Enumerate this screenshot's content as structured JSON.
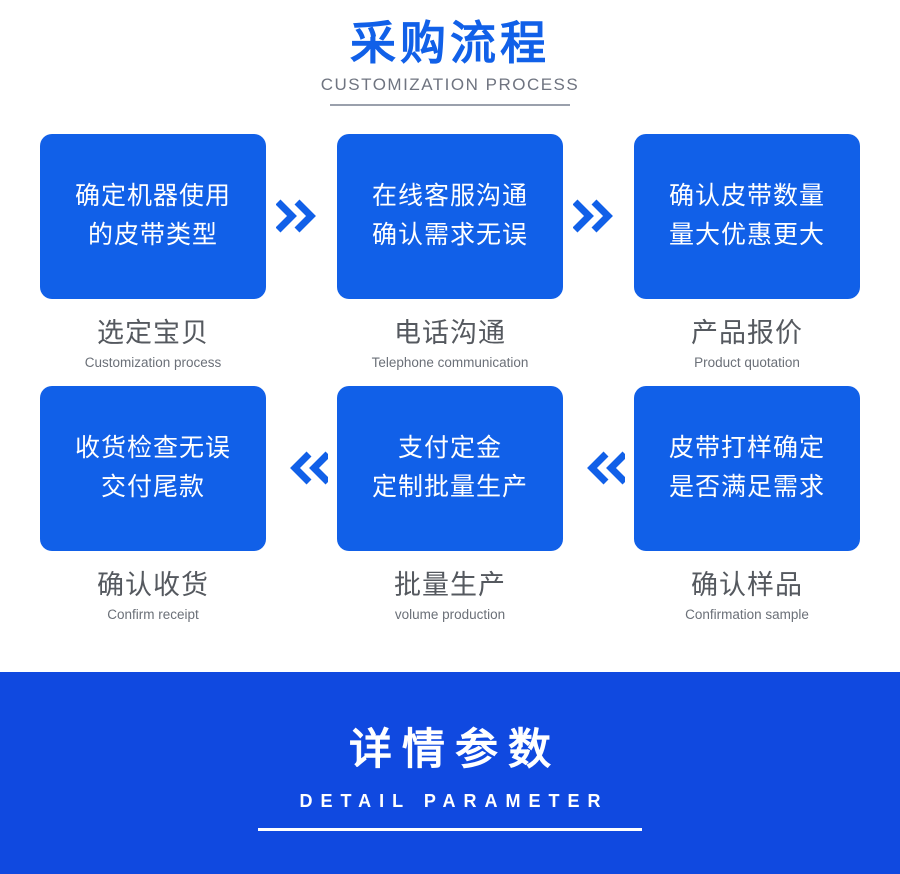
{
  "header": {
    "title": "采购流程",
    "subtitle": "CUSTOMIZATION PROCESS"
  },
  "flow": {
    "row1": [
      {
        "box_line1": "确定机器使用",
        "box_line2": "的皮带类型",
        "caption_cn": "选定宝贝",
        "caption_en": "Customization process"
      },
      {
        "box_line1": "在线客服沟通",
        "box_line2": "确认需求无误",
        "caption_cn": "电话沟通",
        "caption_en": "Telephone communication"
      },
      {
        "box_line1": "确认皮带数量",
        "box_line2": "量大优惠更大",
        "caption_cn": "产品报价",
        "caption_en": "Product quotation"
      }
    ],
    "row2": [
      {
        "box_line1": "收货检查无误",
        "box_line2": "交付尾款",
        "caption_cn": "确认收货",
        "caption_en": "Confirm receipt"
      },
      {
        "box_line1": "支付定金",
        "box_line2": "定制批量生产",
        "caption_cn": "批量生产",
        "caption_en": "volume production"
      },
      {
        "box_line1": "皮带打样确定",
        "box_line2": "是否满足需求",
        "caption_cn": "确认样品",
        "caption_en": "Confirmation sample"
      }
    ]
  },
  "footer": {
    "title": "详情参数",
    "subtitle": "DETAIL PARAMETER"
  },
  "colors": {
    "brand_blue": "#1160e8",
    "footer_blue": "#1049e0",
    "caption_gray": "#55595f",
    "subtitle_gray": "#6f7480"
  }
}
